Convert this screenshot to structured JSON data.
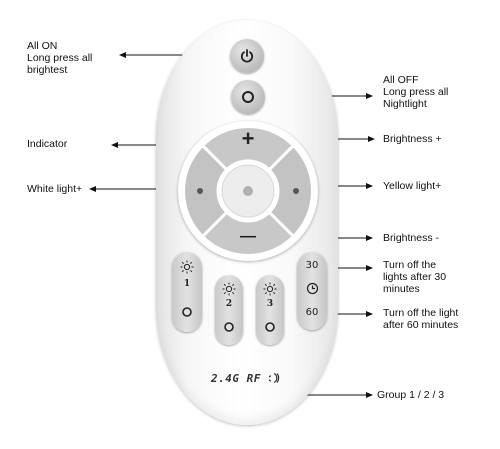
{
  "annotations": {
    "all_on": "All ON\nLong press all\nbrightest",
    "all_off": "All OFF\nLong press all\nNightlight",
    "indicator": "Indicator",
    "brightness_up": "Brightness +",
    "white_light": "White light+",
    "yellow_light": "Yellow light+",
    "brightness_down": "Brightness -",
    "timer_30": "Turn off the\nlights after 30\nminutes",
    "timer_60": "Turn off the light\nafter 60 minutes",
    "group": "Group 1 / 2 / 3"
  },
  "remote": {
    "plus_symbol": "+",
    "minus_symbol": "—",
    "group_numbers": [
      "1",
      "2",
      "3"
    ],
    "timer_30_label": "30",
    "timer_60_label": "60",
    "brand_text": "2.4G RF"
  },
  "icons": {
    "power": "power-icon",
    "nightlight": "ring-icon",
    "sun": "sun-icon",
    "clock": "clock-icon",
    "signal": "wireless-signal-icon"
  },
  "colors": {
    "button_gray": "#c4c4c4",
    "remote_white": "#f7f7f7",
    "arrow_black": "#111111"
  }
}
